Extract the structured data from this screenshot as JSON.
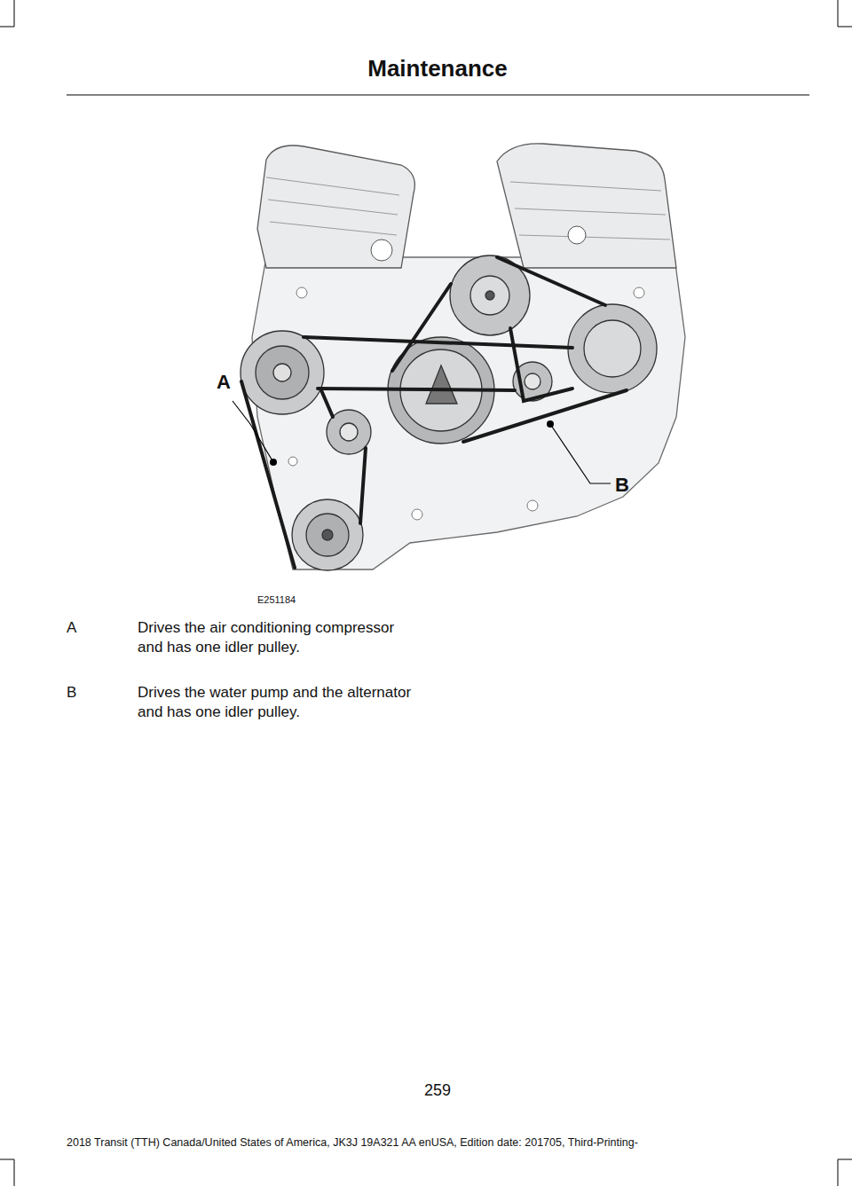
{
  "diagram": {
    "title": "Maintenance",
    "labels": [
      "A",
      "B",
      "E251184",
      "A",
      "Drives the air conditioning compressor and has one idler pulley.",
      "B",
      "Drives the water pump and the alternator and has one idler pulley.",
      "259",
      "2018 Transit (TTH) Canada/United States of America, JK3J 19A321 AA enUSA, Edition date: 201705, Third-Printing-"
    ]
  }
}
